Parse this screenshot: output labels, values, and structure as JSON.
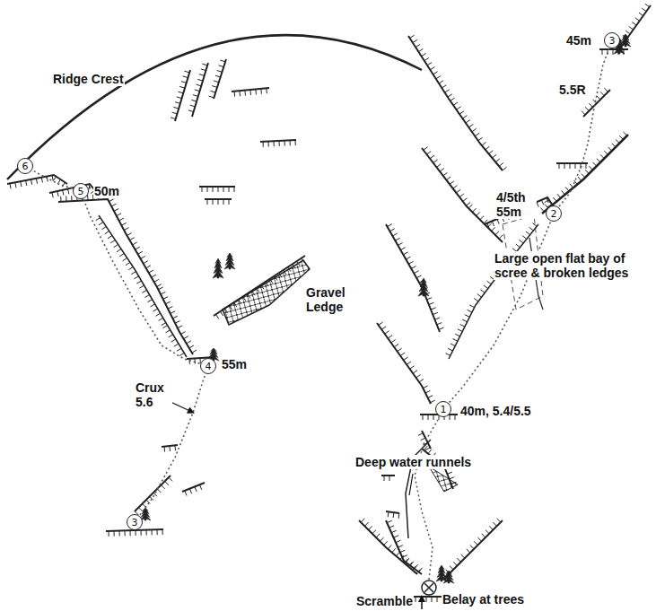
{
  "diagram": {
    "nodes": [
      {
        "text": [
          "6"
        ]
      },
      {
        "text": [
          "5"
        ]
      },
      {
        "text": [
          "4"
        ]
      },
      {
        "text": [
          "3"
        ]
      },
      {
        "text": [
          "3"
        ]
      },
      {
        "text": [
          "2"
        ]
      },
      {
        "text": [
          "1"
        ]
      }
    ],
    "edges": [
      {
        "from": 3,
        "to": 2,
        "arrow": "none"
      },
      {
        "from": 2,
        "to": 1,
        "arrow": "none"
      },
      {
        "from": 1,
        "to": 0,
        "arrow": "none"
      },
      {
        "from": 6,
        "to": 5,
        "arrow": "none"
      },
      {
        "from": 5,
        "to": 4,
        "arrow": "none"
      }
    ],
    "labels": [
      "Ridge Crest",
      "50m",
      "Gravel Ledge",
      "Crux 5.6",
      "55m",
      "45m",
      "5.5R",
      "4/5th 55m",
      "Large open flat bay of scree & broken ledges",
      "40m, 5.4/5.5",
      "Deep water runnels",
      "Scramble",
      "Belay at trees"
    ]
  }
}
